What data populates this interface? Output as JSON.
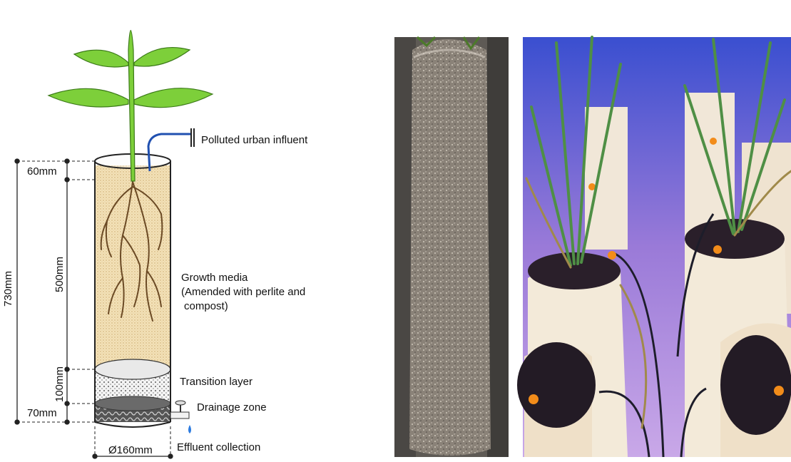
{
  "figure": {
    "labels": {
      "influent": "Polluted urban influent",
      "growth_media_line1": "Growth media",
      "growth_media_line2": "(Amended with perlite and",
      "growth_media_line3": "compost)",
      "transition": "Transition layer",
      "drainage": "Drainage zone",
      "effluent": "Effluent collection"
    },
    "dimensions": {
      "total_height": "730mm",
      "freeboard": "60mm",
      "growth_layer": "500mm",
      "transition_layer": "100mm",
      "drainage_layer": "70mm",
      "diameter": "Ø160mm"
    }
  },
  "photos": [
    {
      "subject": "soil-column-core-photo"
    },
    {
      "subject": "planted-pvc-columns-photo"
    }
  ],
  "colors": {
    "leaf": "#7dcf3a",
    "growth_media": "#f0dcae",
    "roots": "#6b4a25",
    "influent_pipe": "#2050b0",
    "grow_light": "#8a6ad0"
  }
}
